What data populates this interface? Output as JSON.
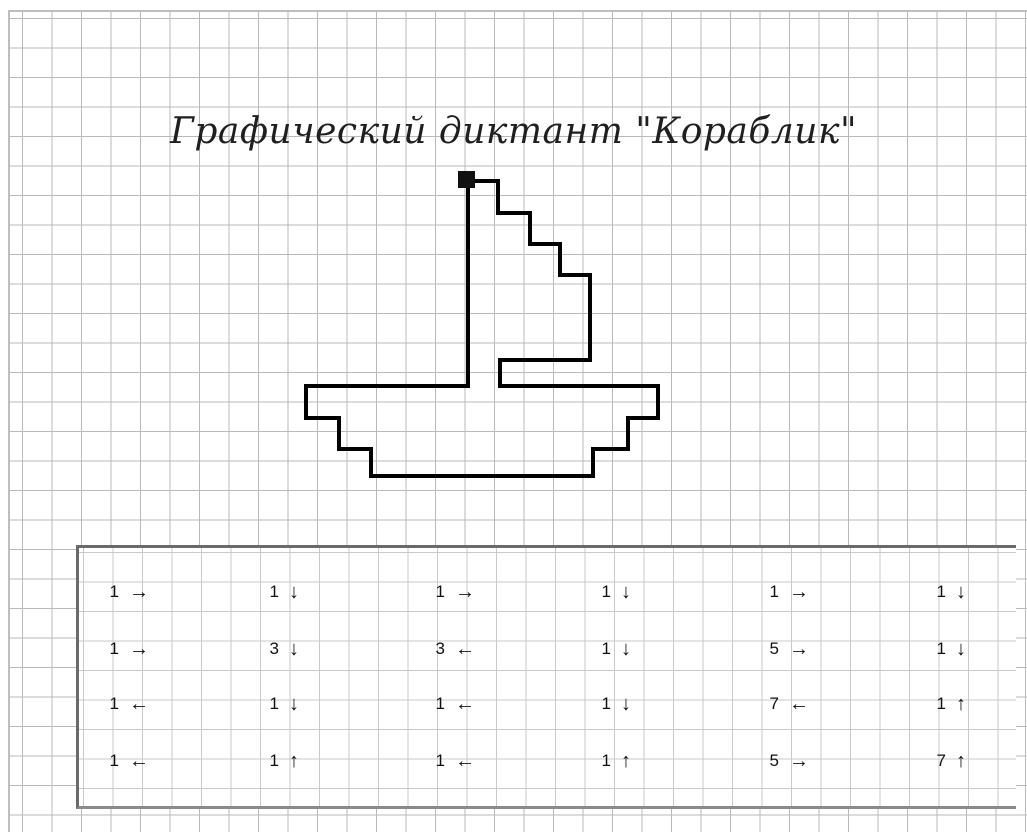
{
  "title": "Графический диктант \"Кораблик\"",
  "start_marker": "start-point",
  "colors": {
    "ink": "#000000",
    "grid": "#b9b9b9"
  },
  "dictation": {
    "columns": [
      [
        "1 →",
        "1 →",
        "1 ←",
        "1 ←"
      ],
      [
        "1 ↓",
        "3 ↓",
        "1 ↓",
        "1 ↑"
      ],
      [
        "1 →",
        "3 ←",
        "1 ←",
        "1 ←"
      ],
      [
        "1 ↓",
        "1 ↓",
        "1 ↓",
        "1 ↑"
      ],
      [
        "1 →",
        "5 →",
        "7 ←",
        "5 →"
      ],
      [
        "1 ↓",
        "1 ↓",
        "1 ↑",
        "7 ↑"
      ]
    ],
    "cells": [
      [
        {
          "n": "1",
          "a": "→"
        },
        {
          "n": "1",
          "a": "↓"
        },
        {
          "n": "1",
          "a": "→"
        },
        {
          "n": "1",
          "a": "↓"
        },
        {
          "n": "1",
          "a": "→"
        },
        {
          "n": "1",
          "a": "↓"
        }
      ],
      [
        {
          "n": "1",
          "a": "→"
        },
        {
          "n": "3",
          "a": "↓"
        },
        {
          "n": "3",
          "a": "←"
        },
        {
          "n": "1",
          "a": "↓"
        },
        {
          "n": "5",
          "a": "→"
        },
        {
          "n": "1",
          "a": "↓"
        }
      ],
      [
        {
          "n": "1",
          "a": "←"
        },
        {
          "n": "1",
          "a": "↓"
        },
        {
          "n": "1",
          "a": "←"
        },
        {
          "n": "1",
          "a": "↓"
        },
        {
          "n": "7",
          "a": "←"
        },
        {
          "n": "1",
          "a": "↑"
        }
      ],
      [
        {
          "n": "1",
          "a": "←"
        },
        {
          "n": "1",
          "a": "↑"
        },
        {
          "n": "1",
          "a": "←"
        },
        {
          "n": "1",
          "a": "↑"
        },
        {
          "n": "5",
          "a": "→"
        },
        {
          "n": "7",
          "a": "↑"
        }
      ]
    ]
  }
}
